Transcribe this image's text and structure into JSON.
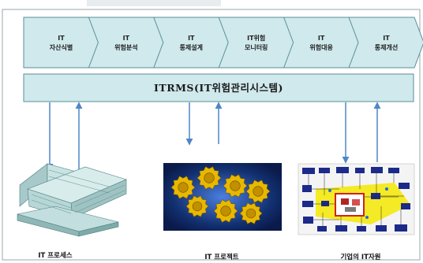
{
  "process_steps": [
    {
      "line1": "IT",
      "line2": "자산식별"
    },
    {
      "line1": "IT",
      "line2": "위험분석"
    },
    {
      "line1": "IT",
      "line2": "통제설계"
    },
    {
      "line1": "IT위험",
      "line2": "모니터링"
    },
    {
      "line1": "IT",
      "line2": "위험대응"
    },
    {
      "line1": "IT",
      "line2": "통제개선"
    }
  ],
  "banner": {
    "label": "ITRMS(IT위험관리시스템)"
  },
  "components": [
    {
      "caption": "IT 프로세스",
      "icon": "factory-building-icon"
    },
    {
      "caption": "IT 프로젝트",
      "icon": "gears-icon"
    },
    {
      "caption": "기업의 IT자원",
      "icon": "network-map-icon"
    }
  ],
  "colors": {
    "chevron_fill": "#cfe9ec",
    "banner_fill": "#cfe9ec",
    "outline": "#5a8f9a",
    "arrow": "#4f86c6",
    "gear": "#e8b800",
    "gear_bg": "#0a1a4a"
  }
}
